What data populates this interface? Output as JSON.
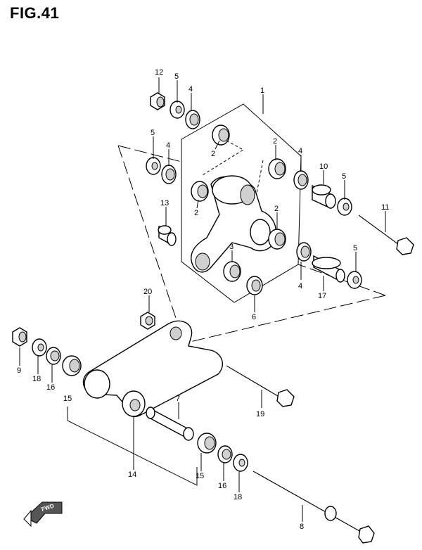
{
  "figure": {
    "title": "FIG.41"
  },
  "parts": [
    {
      "id": "p12a",
      "ref": "12"
    },
    {
      "id": "p5a",
      "ref": "5"
    },
    {
      "id": "p4a",
      "ref": "4"
    },
    {
      "id": "p1",
      "ref": "1"
    },
    {
      "id": "p5b",
      "ref": "5"
    },
    {
      "id": "p4b",
      "ref": "4"
    },
    {
      "id": "p2a",
      "ref": "2"
    },
    {
      "id": "p2b",
      "ref": "2"
    },
    {
      "id": "p4c",
      "ref": "4"
    },
    {
      "id": "p10",
      "ref": "10"
    },
    {
      "id": "p5c",
      "ref": "5"
    },
    {
      "id": "p11",
      "ref": "11"
    },
    {
      "id": "p13",
      "ref": "13"
    },
    {
      "id": "p2c",
      "ref": "2"
    },
    {
      "id": "p2d",
      "ref": "2"
    },
    {
      "id": "p3",
      "ref": "3"
    },
    {
      "id": "p5d",
      "ref": "5"
    },
    {
      "id": "p4d",
      "ref": "4"
    },
    {
      "id": "p17",
      "ref": "17"
    },
    {
      "id": "p6",
      "ref": "6"
    },
    {
      "id": "p20",
      "ref": "20"
    },
    {
      "id": "p9",
      "ref": "9"
    },
    {
      "id": "p18a",
      "ref": "18"
    },
    {
      "id": "p16a",
      "ref": "16"
    },
    {
      "id": "p15a",
      "ref": "15"
    },
    {
      "id": "p7",
      "ref": "7"
    },
    {
      "id": "p19",
      "ref": "19"
    },
    {
      "id": "p14",
      "ref": "14"
    },
    {
      "id": "p15b",
      "ref": "15"
    },
    {
      "id": "p16b",
      "ref": "16"
    },
    {
      "id": "p18b",
      "ref": "18"
    },
    {
      "id": "p8",
      "ref": "8"
    }
  ],
  "direction_badge": {
    "label": "FWD"
  }
}
